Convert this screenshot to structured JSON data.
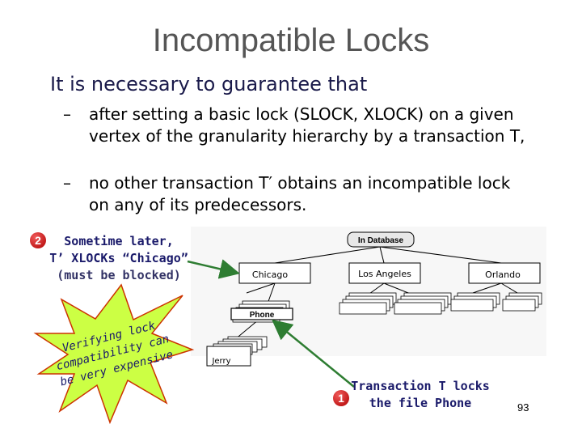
{
  "slide": {
    "title": "Incompatible Locks",
    "lead": "It is necessary to guarantee that",
    "bullets": [
      {
        "dash": "–",
        "text": "after setting a basic lock (SLOCK, XLOCK) on a given vertex of the granularity hierarchy by a transaction T,"
      },
      {
        "dash": "–",
        "text": "no other transaction T′ obtains an incompatible lock on any of its predecessors."
      }
    ],
    "page_number": "93"
  },
  "steps": {
    "step2": {
      "number": "2",
      "line1": "Sometime later,",
      "line2": "T’ XLOCKs “Chicago”",
      "line3": "(must be blocked)"
    },
    "step1": {
      "number": "1",
      "line1": "Transaction T locks",
      "line2": "the file Phone"
    }
  },
  "star": {
    "lines": [
      "Verifying lock",
      "compatibility can",
      "be very expensive"
    ]
  },
  "diagram": {
    "root": "In Database",
    "cities": [
      "Chicago",
      "Los Angeles",
      "Orlando"
    ],
    "file": "Phone",
    "record": "Jerry",
    "colors": {
      "arrow": "#2e7d32",
      "star_fill": "#ccff44",
      "star_stroke": "#cc3300"
    }
  }
}
